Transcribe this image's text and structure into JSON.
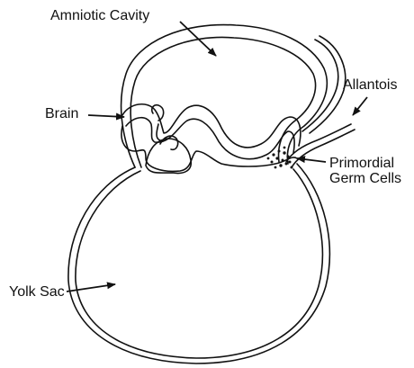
{
  "labels": {
    "amniotic_cavity": "Amniotic Cavity",
    "allantois": "Allantois",
    "brain": "Brain",
    "primordial_germ_cells": [
      "Primordial",
      "Germ Cells"
    ],
    "yolk_sac": "Yolk Sac"
  },
  "colors": {
    "ink": "#111111",
    "background": "#ffffff"
  }
}
